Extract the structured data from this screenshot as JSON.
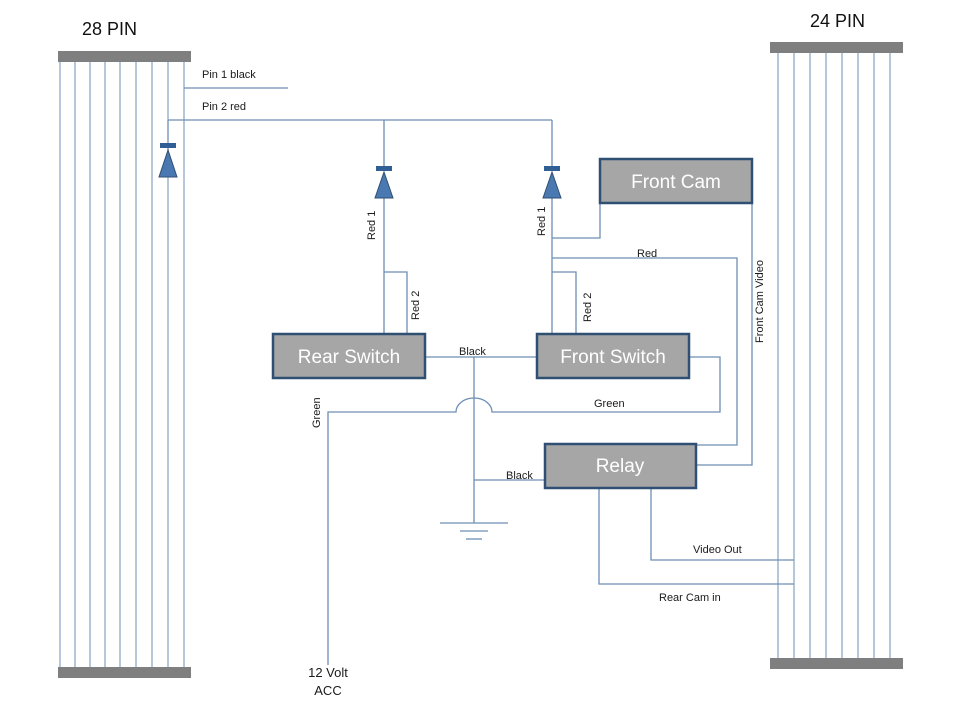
{
  "connectors": {
    "left": {
      "title": "28 PIN"
    },
    "right": {
      "title": "24 PIN"
    }
  },
  "components": {
    "front_cam": "Front Cam",
    "rear_switch": "Rear Switch",
    "front_switch": "Front Switch",
    "relay": "Relay"
  },
  "wires": {
    "pin1": "Pin 1 black",
    "pin2": "Pin 2 red",
    "red1_left": "Red 1",
    "red1_right": "Red 1",
    "red2_left": "Red 2",
    "red2_right": "Red 2",
    "red": "Red",
    "front_cam_video": "Front Cam Video",
    "black_switch": "Black",
    "green_left": "Green",
    "green_right": "Green",
    "black_relay": "Black",
    "video_out": "Video Out",
    "rear_cam_in": "Rear Cam in"
  },
  "power": {
    "line1": "12 Volt",
    "line2": "ACC"
  }
}
